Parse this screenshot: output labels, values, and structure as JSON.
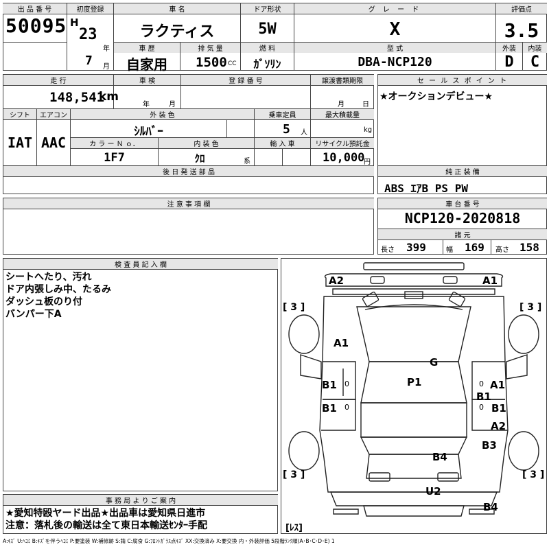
{
  "lot": {
    "label": "出 品 番 号",
    "value": "50095"
  },
  "first_reg": {
    "label": "初度登録",
    "era": "H",
    "year": "23",
    "year_unit": "年",
    "month": "7",
    "month_unit": "月"
  },
  "car_name": {
    "label": "車 名",
    "value": "ラクティス"
  },
  "door": {
    "label": "ドア形状",
    "value": "5W"
  },
  "grade": {
    "label": "グ レ ー ド",
    "value": "X"
  },
  "score": {
    "label": "評価点",
    "value": "3.5"
  },
  "history": {
    "label": "車 歴",
    "value": "自家用"
  },
  "displacement": {
    "label": "排 気 量",
    "value": "1500",
    "unit": "CC"
  },
  "fuel": {
    "label": "燃 料",
    "value": "ｶﾞｿﾘﾝ"
  },
  "model": {
    "label": "型 式",
    "value": "DBA-NCP120"
  },
  "exterior_grade": {
    "label": "外装",
    "value": "D"
  },
  "interior_grade": {
    "label": "内装",
    "value": "C"
  },
  "mileage": {
    "label": "走 行",
    "value": "148,541",
    "unit": "km"
  },
  "inspection": {
    "label": "車 検",
    "year_unit": "年",
    "month_unit": "月"
  },
  "reg_no": {
    "label": "登 録 番 号"
  },
  "transfer_deadline": {
    "label": "譲渡書類期限",
    "month_unit": "月",
    "day_unit": "日"
  },
  "sales_point": {
    "label": "セ ー ル ス ポ イ ン ト",
    "value": "★オークションデビュー★"
  },
  "shift": {
    "label": "シフト",
    "value": "IAT"
  },
  "aircon": {
    "label": "エアコン",
    "value": "AAC"
  },
  "ext_color": {
    "label": "外 装 色",
    "value": "ｼﾙﾊﾞｰ"
  },
  "capacity": {
    "label": "乗車定員",
    "value": "5",
    "unit": "人"
  },
  "max_load": {
    "label": "最大積載量",
    "unit": "kg"
  },
  "color_no": {
    "label": "カ ラ ー Ｎ ｏ．",
    "value": "1F7"
  },
  "int_color": {
    "label": "内 装 色",
    "value": "ｸﾛ",
    "unit": "系"
  },
  "import": {
    "label": "輸 入 車"
  },
  "recycle": {
    "label": "リサイクル預託金",
    "value": "10,000",
    "unit": "円"
  },
  "later_parts": {
    "label": "後 日 発 送 部 品"
  },
  "equipment": {
    "label": "純 正 装 備",
    "value": "ABS ｴｱB PS PW"
  },
  "notes": {
    "label": "注 意 事 項 欄"
  },
  "chassis": {
    "label": "車 台 番 号",
    "value": "NCP120-2020818"
  },
  "dimensions": {
    "label": "諸 元",
    "length_label": "長さ",
    "length": "399",
    "width_label": "幅",
    "width": "169",
    "height_label": "高さ",
    "height": "158"
  },
  "inspector": {
    "label": "検 査 員 記 入 欄",
    "lines": [
      "シートへたり、汚れ",
      "ドア内張しみ中、たるみ",
      "ダッシュ板のり付",
      "バンパー下A"
    ]
  },
  "office": {
    "label": "事 務 局 よ り ご 案 内",
    "lines": [
      "★愛知特殴ヤード出品★出品車は愛知県日進市",
      "注意：落札後の輸送は全て東日本輸送ｾﾝﾀｰ手配"
    ]
  },
  "diagram": {
    "labels": {
      "front_left": "A2",
      "front_right": "A1",
      "hood": "A1",
      "roof": "P1",
      "windshield_mark": "G",
      "left_front_door": "B1",
      "left_rear_door": "B1",
      "right_front_door": "A1",
      "right_mid": "B1",
      "right_rear_door": "B1",
      "right_rear_quarter": "A2",
      "right_rear_fender": "B3",
      "rear_hatch": "B4",
      "rear_bumper_lower": "U2",
      "rear_bumper_right": "B4",
      "left_small_1": "0",
      "left_small_2": "0",
      "right_small_1": "0",
      "right_small_2": "0"
    },
    "tire_brackets": [
      "[ 3 ]",
      "[ 3 ]",
      "[ 3 ]",
      "[ 3 ]"
    ],
    "spare": "[ﾚｽ]"
  },
  "legend": "A:ｷｽﾞ U:ﾍｺﾐ B:ｷｽﾞを伴うﾍｺﾐ P:要塗装 W:補修跡 S:錆 C:腐食 G:ﾌﾛﾝﾄｶﾞﾗｽ点ｷｽﾞ XX:交換済み X:要交換 内・外装評価 5段階ﾗﾝｸ順(A･B･C･D･E) 1"
}
